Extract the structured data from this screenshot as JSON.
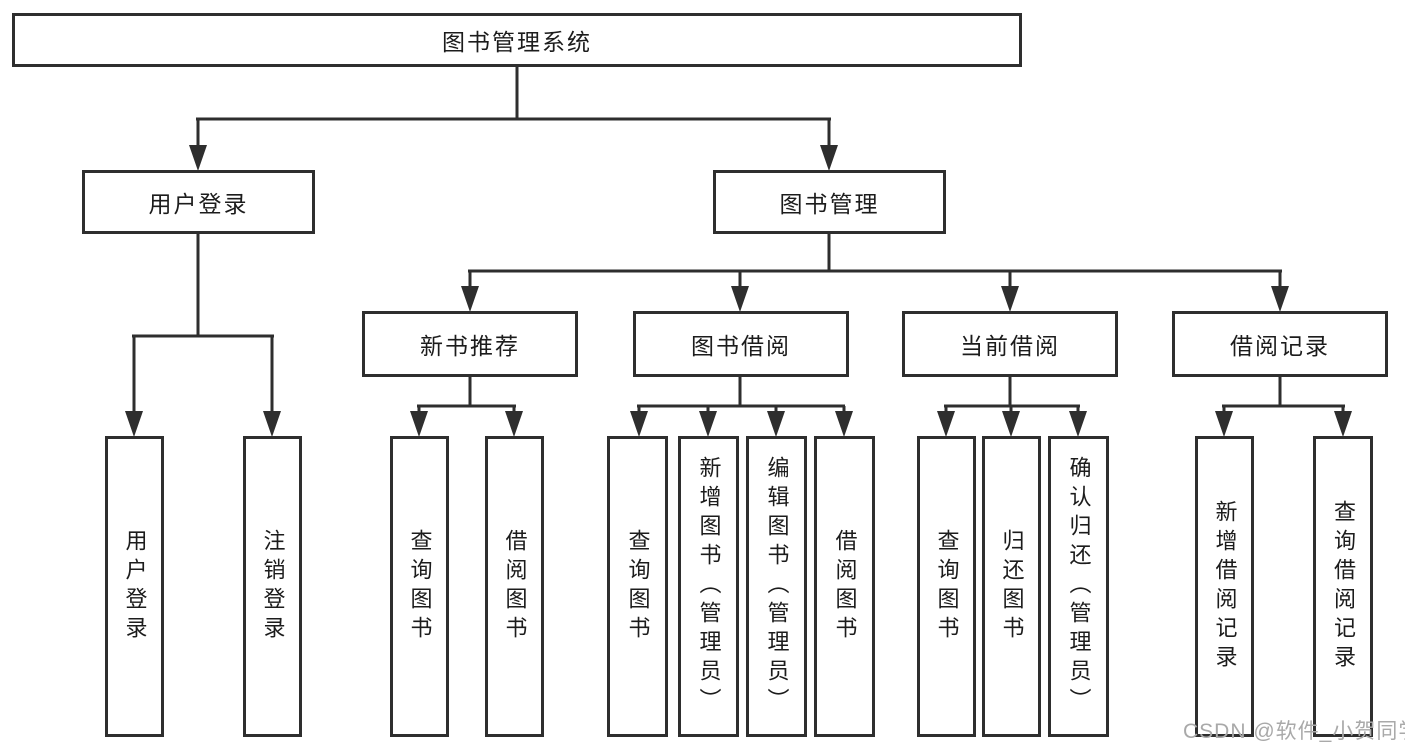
{
  "diagram_title": "图书管理系统",
  "colors": {
    "line": "#2e2e2e",
    "box_border": "#2e2e2e",
    "box_background": "#ffffff",
    "text": "#1c1c1c",
    "watermark": "#a9a9a9"
  },
  "tree": {
    "root": {
      "label": "图书管理系统"
    },
    "branches": [
      {
        "label": "用户登录",
        "children": [
          {
            "label": "用户登录"
          },
          {
            "label": "注销登录"
          }
        ]
      },
      {
        "label": "图书管理",
        "children": [
          {
            "label": "新书推荐",
            "children": [
              {
                "label": "查询图书"
              },
              {
                "label": "借阅图书"
              }
            ]
          },
          {
            "label": "图书借阅",
            "children": [
              {
                "label": "查询图书"
              },
              {
                "label": "新增图书（管理员）"
              },
              {
                "label": "编辑图书（管理员）"
              },
              {
                "label": "借阅图书"
              }
            ]
          },
          {
            "label": "当前借阅",
            "children": [
              {
                "label": "查询图书"
              },
              {
                "label": "归还图书"
              },
              {
                "label": "确认归还（管理员）"
              }
            ]
          },
          {
            "label": "借阅记录",
            "children": [
              {
                "label": "新增借阅记录"
              },
              {
                "label": "查询借阅记录"
              }
            ]
          }
        ]
      }
    ]
  },
  "watermark": {
    "text": "CSDN @软件_小贺同学"
  }
}
